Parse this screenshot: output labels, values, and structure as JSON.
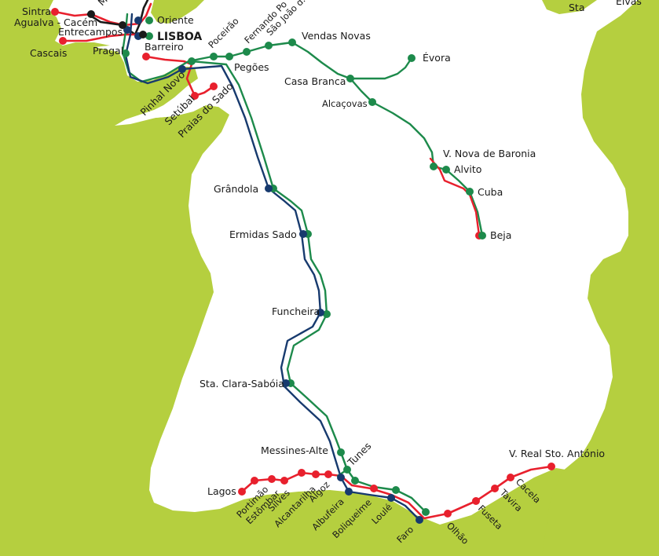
{
  "colors": {
    "land": "#b5cf3f",
    "sea": "#ffffff",
    "green_line": "#1d8a4b",
    "navy_line": "#173a6e",
    "red_line": "#e8202d",
    "black_line": "#1a1a1a"
  },
  "labels": {
    "sintra": "Sintra",
    "agualva_cacem": "Agualva - Cacém",
    "entrecampos": "Entrecampos",
    "cascais": "Cascais",
    "pragal": "Pragal",
    "oriente": "Oriente",
    "lisboa": "LISBOA",
    "barreiro": "Barreiro",
    "pinhal_novo": "Pinhal Novo",
    "setubal": "Setúbal",
    "praias_do_sado": "Praias do Sado",
    "pocerao": "Poceirão",
    "fernando_po": "Fernando Po",
    "sao_joao": "São João d...",
    "vendas_novas": "Vendas Novas",
    "pegoes": "Pegões",
    "evora": "Évora",
    "casa_branca": "Casa Branca",
    "alcacovas": "Alcaçovas",
    "v_nova_de_baronia": "V. Nova de Baronia",
    "alvito": "Alvito",
    "cuba": "Cuba",
    "beja": "Beja",
    "grandola": "Grândola",
    "ermidas_sado": "Ermidas Sado",
    "funcheira": "Funcheira",
    "sta_clara_saboia": "Sta. Clara-Sabóia",
    "messines_alte": "Messines-Alte",
    "tunes": "Tunes",
    "lagos": "Lagos",
    "portimao": "Portimão",
    "estombar": "Estômbar",
    "silves": "Silves",
    "alcantarilha": "Alcantarilha",
    "algoz": "Algoz",
    "albufeira": "Albufeira",
    "boliqueime": "Boliqueime",
    "loule": "Loulé",
    "faro": "Faro",
    "olhao": "Olhão",
    "fuseta": "Fuseta",
    "tavira": "Tavira",
    "cacela": "Cacela",
    "v_real_sto_antonio": "V. Real Sto. António",
    "sta_cropped": "Sta",
    "elvas_cropped": "Elvas",
    "m_cropped": "M"
  }
}
